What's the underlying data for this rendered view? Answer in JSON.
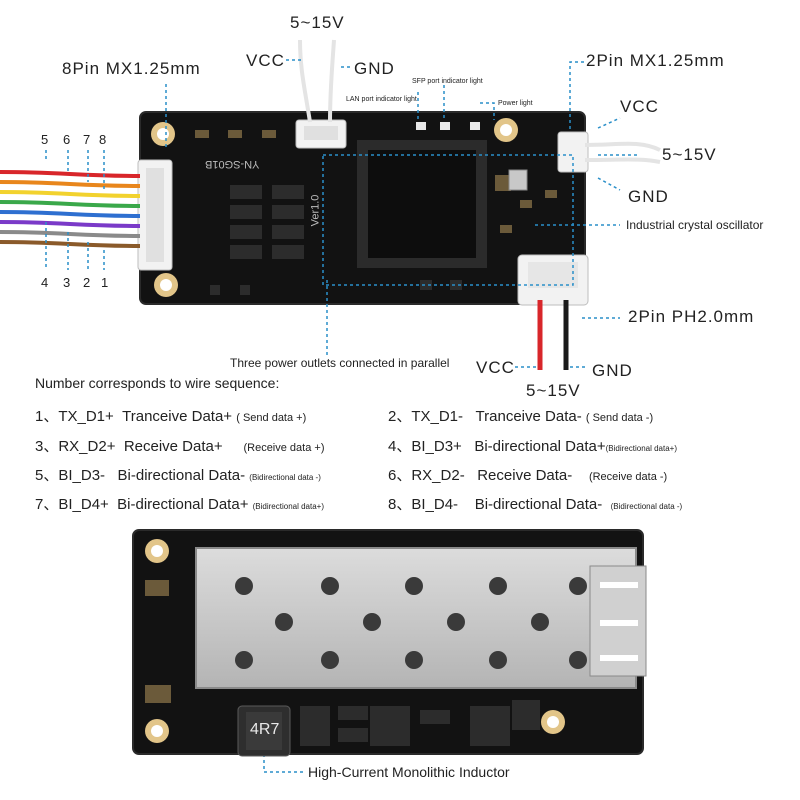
{
  "top_board": {
    "connector_left": {
      "label": "8Pin MX1.25mm",
      "pins_top": [
        "5",
        "6",
        "7",
        "8"
      ],
      "pins_bottom": [
        "4",
        "3",
        "2",
        "1"
      ]
    },
    "connector_top": {
      "voltage": "5~15V",
      "vcc": "VCC",
      "gnd": "GND"
    },
    "indicators": {
      "lan": "LAN port indicator light",
      "sfp": "SFP port indicator light",
      "power": "Power light"
    },
    "connector_right": {
      "label": "2Pin MX1.25mm",
      "vcc": "VCC",
      "voltage": "5~15V",
      "gnd": "GND"
    },
    "crystal": "Industrial crystal oscillator",
    "connector_ph": {
      "label": "2Pin PH2.0mm",
      "vcc": "VCC",
      "gnd": "GND",
      "voltage": "5~15V"
    },
    "parallel_note": "Three power outlets connected in parallel",
    "silk_text": "YN-SG01B",
    "chip_mark": "Ver1.0"
  },
  "legend": {
    "title": "Number corresponds to wire sequence:",
    "rows": [
      {
        "num": "1、",
        "sig": "TX_D1+",
        "desc": "Tranceive Data+",
        "note": "( Send data +)",
        "small": false
      },
      {
        "num": "2、",
        "sig": "TX_D1-",
        "desc": "Tranceive Data-",
        "note": "( Send data -)",
        "small": false
      },
      {
        "num": "3、",
        "sig": "RX_D2+",
        "desc": "Receive Data+",
        "note": "(Receive data +)",
        "small": false
      },
      {
        "num": "4、",
        "sig": "BI_D3+",
        "desc": "Bi-directional Data+",
        "note": "(Bidirectional data+)",
        "small": true
      },
      {
        "num": "5、",
        "sig": "BI_D3-",
        "desc": "Bi-directional Data-",
        "note": "(Bidirectional data -)",
        "small": true
      },
      {
        "num": "6、",
        "sig": "RX_D2-",
        "desc": "Receive Data-",
        "note": "(Receive data -)",
        "small": false
      },
      {
        "num": "7、",
        "sig": "BI_D4+",
        "desc": "Bi-directional Data+",
        "note": "(Bidirectional data+)",
        "small": true
      },
      {
        "num": "8、",
        "sig": "BI_D4-",
        "desc": "Bi-directional Data-",
        "note": "(Bidirectional data -)",
        "small": true
      }
    ]
  },
  "bottom_board": {
    "inductor_mark": "4R7",
    "inductor_label": "High-Current Monolithic Inductor"
  },
  "colors": {
    "pcb": "#121212",
    "pcb_edge": "#2a2a2a",
    "gold": "#e2c589",
    "callout": "#2a8fc9",
    "connector": "#f2f2f2",
    "metal": "#c8c8c8",
    "wire_red": "#d8262a",
    "wire_black": "#1a1a1a",
    "wire_gray": "#e4e4e4"
  }
}
